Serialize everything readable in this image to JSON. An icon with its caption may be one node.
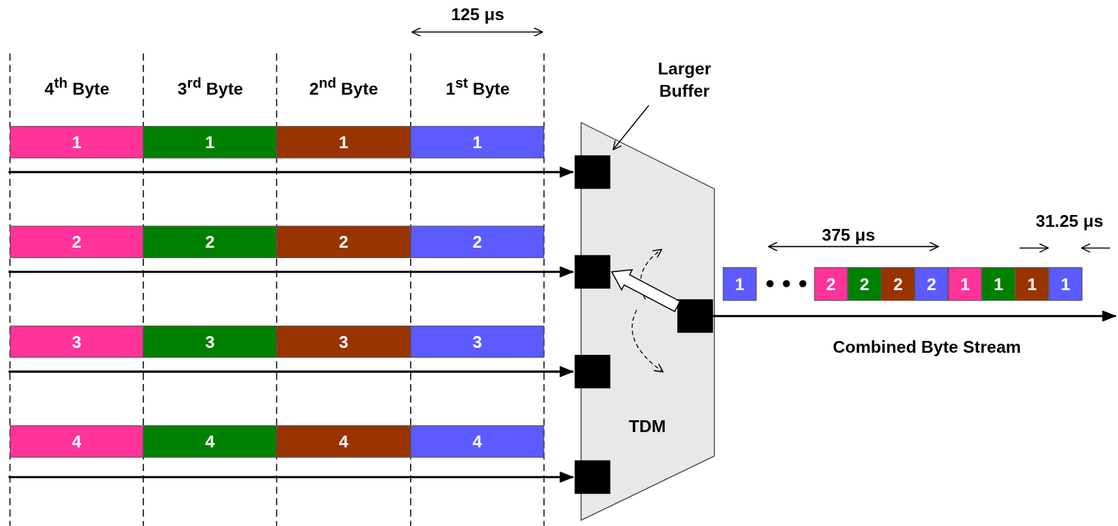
{
  "diagram": {
    "nodes": [
      {
        "text": [
          "1"
        ]
      },
      {
        "text": [
          "1"
        ]
      },
      {
        "text": [
          "1"
        ]
      },
      {
        "text": [
          "1"
        ]
      },
      {
        "text": [
          "2"
        ]
      },
      {
        "text": [
          "2"
        ]
      },
      {
        "text": [
          "2"
        ]
      },
      {
        "text": [
          "2"
        ]
      },
      {
        "text": [
          "3"
        ]
      },
      {
        "text": [
          "3"
        ]
      },
      {
        "text": [
          "3"
        ]
      },
      {
        "text": [
          "3"
        ]
      },
      {
        "text": [
          "4"
        ]
      },
      {
        "text": [
          "4"
        ]
      },
      {
        "text": [
          "4"
        ]
      },
      {
        "text": [
          "4"
        ]
      },
      {
        "text": [
          "TDM"
        ]
      },
      {
        "text": [],
        "shape": "box"
      },
      {
        "text": [],
        "shape": "box"
      },
      {
        "text": [],
        "shape": "box"
      },
      {
        "text": [],
        "shape": "box"
      },
      {
        "text": [],
        "shape": "box",
        "in": 16
      },
      {
        "text": [
          "Larger Buffer"
        ]
      },
      {
        "text": [
          "1"
        ]
      },
      {
        "text": [
          "2"
        ]
      },
      {
        "text": [
          "2"
        ]
      },
      {
        "text": [
          "2"
        ]
      },
      {
        "text": [
          "2"
        ]
      },
      {
        "text": [
          "1"
        ]
      },
      {
        "text": [
          "1"
        ]
      },
      {
        "text": [
          "1"
        ]
      },
      {
        "text": [
          "1"
        ]
      }
    ],
    "edges": [
      {
        "from": null,
        "to": 17,
        "arrow": "to"
      },
      {
        "from": null,
        "to": 18,
        "arrow": "to"
      },
      {
        "from": null,
        "to": 19,
        "arrow": "to"
      },
      {
        "from": null,
        "to": 20,
        "arrow": "to"
      },
      {
        "from": 21,
        "to": null,
        "arrow": "to"
      },
      {
        "from": 22,
        "to": 16,
        "arrow": "to"
      },
      {
        "from": 21,
        "to": 18,
        "arrow": "to"
      }
    ],
    "labels": [
      "125 μs",
      "4$^{th}$ Byte",
      "3$^{rd}$ Byte",
      "2$^{nd}$ Byte",
      "1$^{st}$ Byte",
      "375 μs",
      "31.25 μs",
      "Combined Byte Stream"
    ]
  }
}
